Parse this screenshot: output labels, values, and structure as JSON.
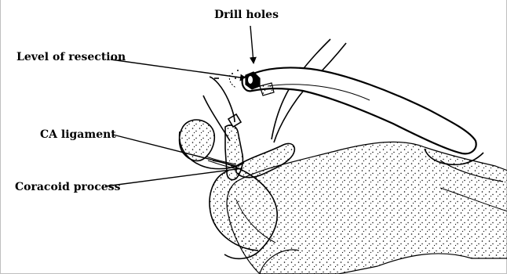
{
  "labels": {
    "drill_holes": "Drill holes",
    "level_of_resection": "Level of resection",
    "ca_ligament": "CA ligament",
    "coracoid_process": "Coracoid process"
  },
  "colors": {
    "ink": "#000000",
    "background": "#ffffff",
    "border": "#bfbfbf"
  }
}
